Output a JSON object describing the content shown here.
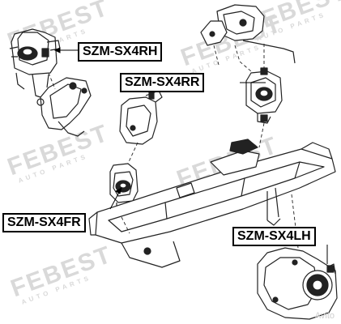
{
  "watermark": {
    "brand": "FEBEST",
    "sub": "AUTO PARTS"
  },
  "labels": {
    "rh": "SZM-SX4RH",
    "rr": "SZM-SX4RR",
    "fr": "SZM-SX4FR",
    "lh": "SZM-SX4LH"
  },
  "corner_watermark": "Avito"
}
